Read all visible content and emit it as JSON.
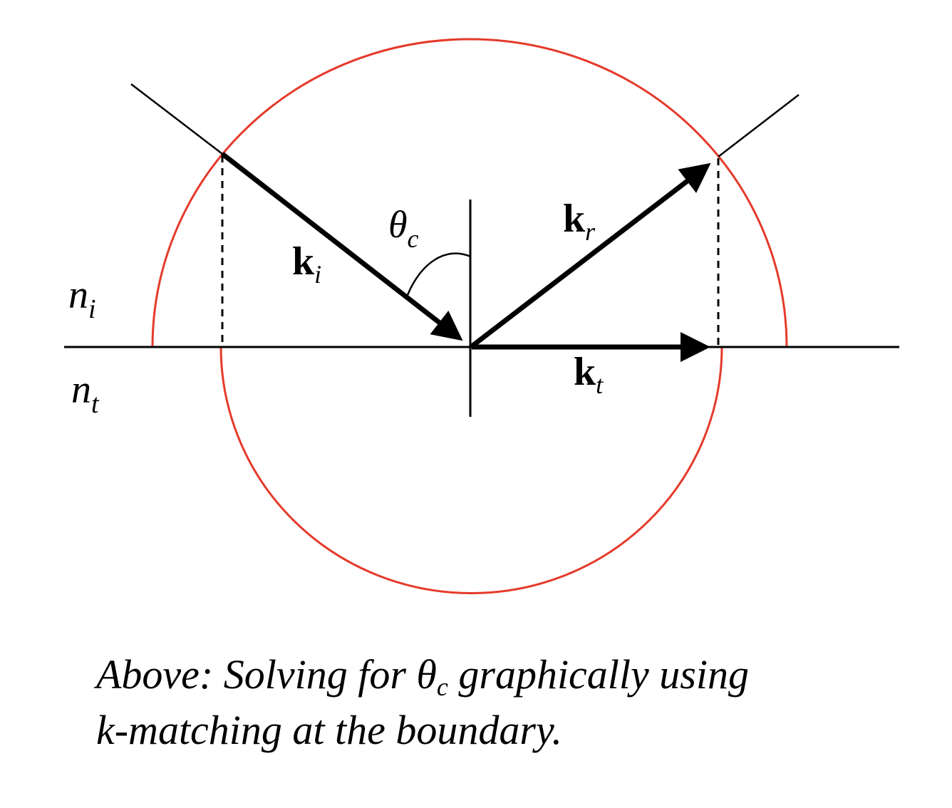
{
  "colors": {
    "circle": "#e53a2b",
    "lines": "#000000"
  },
  "labels": {
    "n_i": {
      "base": "n",
      "sub": "i"
    },
    "n_t": {
      "base": "n",
      "sub": "t"
    },
    "k_i": {
      "base": "k",
      "sub": "i"
    },
    "k_r": {
      "base": "k",
      "sub": "r"
    },
    "k_t": {
      "base": "k",
      "sub": "t"
    },
    "theta_c": {
      "base": "θ",
      "sub": "c"
    }
  },
  "caption": {
    "part1": "Above: Solving for ",
    "theta": "θ",
    "theta_sub": "c",
    "part2": " graphically using",
    "line2": "k-matching at the boundary."
  }
}
